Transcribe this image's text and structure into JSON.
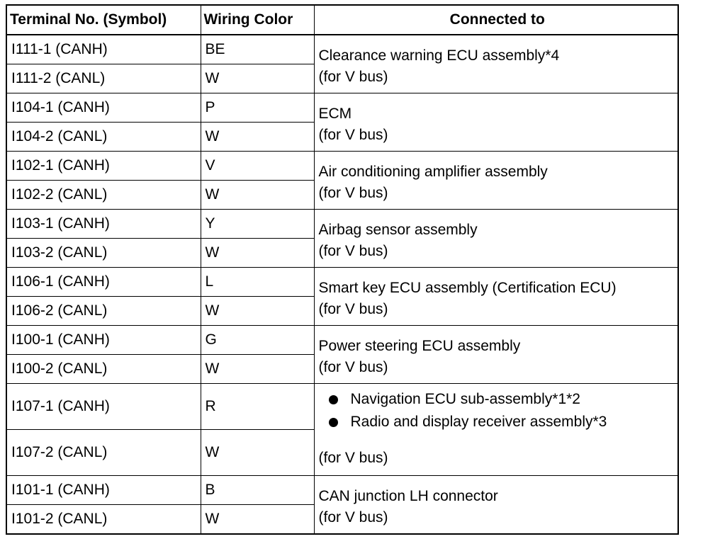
{
  "headers": {
    "terminal": "Terminal No. (Symbol)",
    "color": "Wiring Color",
    "connected": "Connected to"
  },
  "groups": [
    {
      "rows": [
        {
          "terminal": "I111-1 (CANH)",
          "color": "BE"
        },
        {
          "terminal": "I111-2 (CANL)",
          "color": "W"
        }
      ],
      "connected": "Clearance warning ECU assembly*4",
      "bus": "(for V bus)"
    },
    {
      "rows": [
        {
          "terminal": "I104-1 (CANH)",
          "color": "P"
        },
        {
          "terminal": "I104-2 (CANL)",
          "color": "W"
        }
      ],
      "connected": "ECM",
      "bus": "(for V bus)"
    },
    {
      "rows": [
        {
          "terminal": "I102-1 (CANH)",
          "color": "V"
        },
        {
          "terminal": "I102-2 (CANL)",
          "color": "W"
        }
      ],
      "connected": "Air conditioning amplifier assembly",
      "bus": "(for V bus)"
    },
    {
      "rows": [
        {
          "terminal": "I103-1 (CANH)",
          "color": "Y"
        },
        {
          "terminal": "I103-2 (CANL)",
          "color": "W"
        }
      ],
      "connected": "Airbag sensor assembly",
      "bus": "(for V bus)"
    },
    {
      "rows": [
        {
          "terminal": "I106-1 (CANH)",
          "color": "L"
        },
        {
          "terminal": "I106-2 (CANL)",
          "color": "W"
        }
      ],
      "connected": "Smart key ECU assembly (Certification ECU)",
      "bus": "(for V bus)"
    },
    {
      "rows": [
        {
          "terminal": "I100-1 (CANH)",
          "color": "G"
        },
        {
          "terminal": "I100-2 (CANL)",
          "color": "W"
        }
      ],
      "connected": "Power steering ECU assembly",
      "bus": "(for V bus)"
    },
    {
      "rows": [
        {
          "terminal": "I107-1 (CANH)",
          "color": "R"
        },
        {
          "terminal": "I107-2 (CANL)",
          "color": "W"
        }
      ],
      "bullets": [
        "Navigation ECU sub-assembly*1*2",
        "Radio and display receiver assembly*3"
      ],
      "bus": "(for V bus)"
    },
    {
      "rows": [
        {
          "terminal": "I101-1 (CANH)",
          "color": "B"
        },
        {
          "terminal": "I101-2 (CANL)",
          "color": "W"
        }
      ],
      "connected": "CAN junction LH connector",
      "bus": "(for V bus)"
    }
  ]
}
